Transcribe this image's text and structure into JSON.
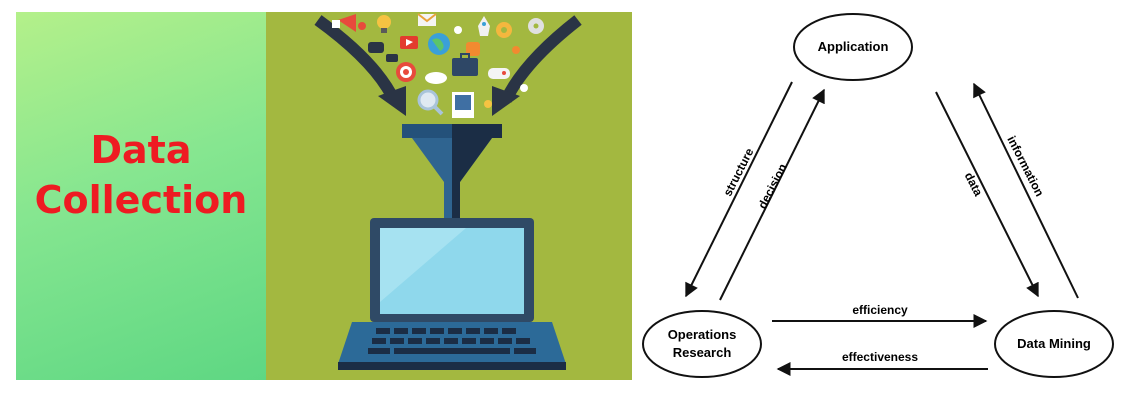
{
  "left_panel": {
    "title_line1": "Data",
    "title_line2": "Collection",
    "title_color": "#ee1b22"
  },
  "illustration": {
    "icons": [
      "megaphone-icon",
      "lightbulb-icon",
      "mail-icon",
      "video-icon",
      "globe-icon",
      "rocket-icon",
      "gear-icon",
      "music-icon",
      "cd-icon",
      "target-icon",
      "cloud-icon",
      "briefcase-icon",
      "gamepad-icon",
      "photo-icon",
      "chat-icon",
      "magnifier-icon"
    ],
    "objects": [
      "funnel",
      "laptop"
    ]
  },
  "diagram": {
    "nodes": {
      "application": "Application",
      "operations_research": "Operations Research",
      "operations_research_line1": "Operations",
      "operations_research_line2": "Research",
      "data_mining": "Data Mining"
    },
    "edges": {
      "structure": "structure",
      "decision": "decision",
      "data": "data",
      "information": "information",
      "efficiency": "efficiency",
      "effectiveness": "effectiveness"
    }
  }
}
